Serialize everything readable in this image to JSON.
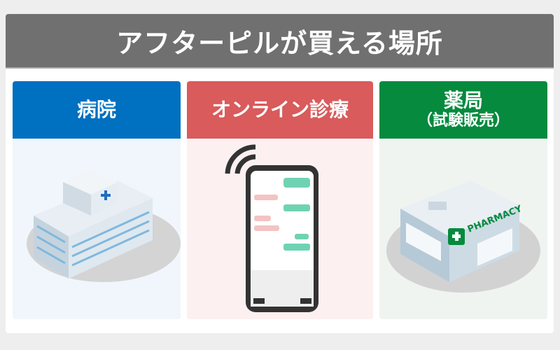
{
  "title": "アフターピルが買える場所",
  "columns": [
    {
      "label": "病院",
      "color": "#0070c0",
      "bg": "#f0f6fc",
      "icon": "hospital-building"
    },
    {
      "label": "オンライン診療",
      "color": "#d95b5b",
      "bg": "#fdf0f1",
      "icon": "smartphone-chat"
    },
    {
      "label": "薬局",
      "sublabel": "（試験販売）",
      "color": "#058a3e",
      "bg": "#f0f4f1",
      "icon": "pharmacy-store",
      "sign_text": "PHARMACY"
    }
  ]
}
